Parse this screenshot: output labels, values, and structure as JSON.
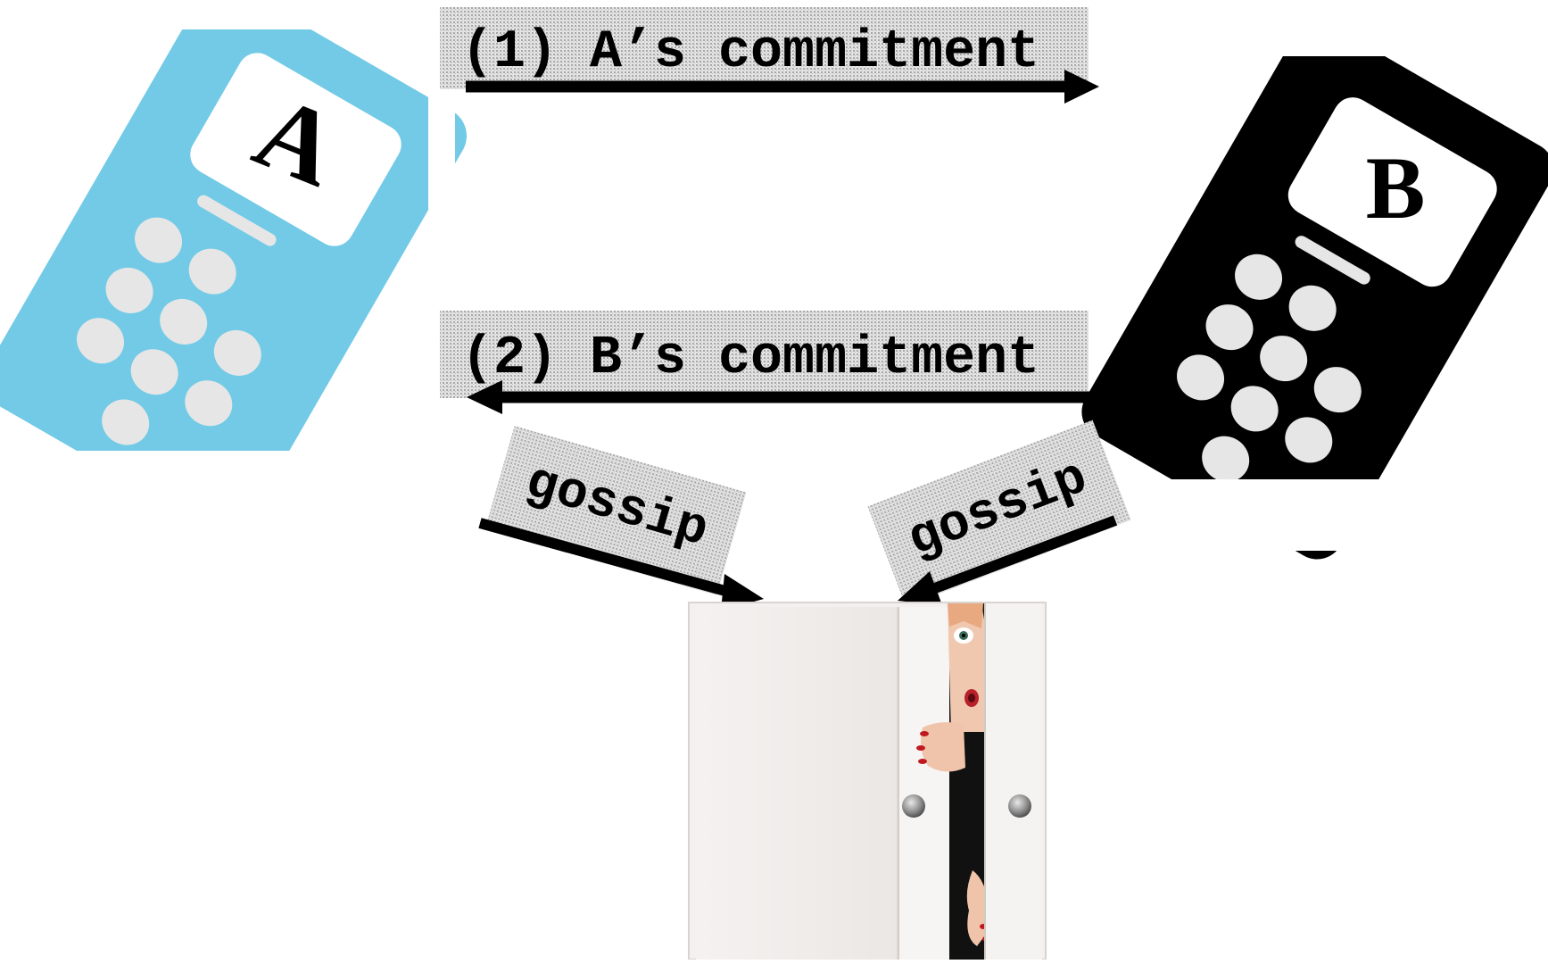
{
  "phone_a": {
    "label": "A",
    "color": "#72cae6",
    "screen_color": "#ffffff",
    "key_color": "#e6e6e6"
  },
  "phone_b": {
    "label": "B",
    "color": "#000000",
    "screen_color": "#ffffff",
    "key_color": "#e6e6e6"
  },
  "messages": {
    "step1": "(1) A’s commitment",
    "step2": "(2) B’s commitment"
  },
  "gossip": {
    "left": "gossip",
    "right": "gossip"
  },
  "label_box_color": "#d4d4d4",
  "arrow_color": "#000000",
  "eavesdropper": {
    "icon": "eavesdropper-closet-icon"
  }
}
